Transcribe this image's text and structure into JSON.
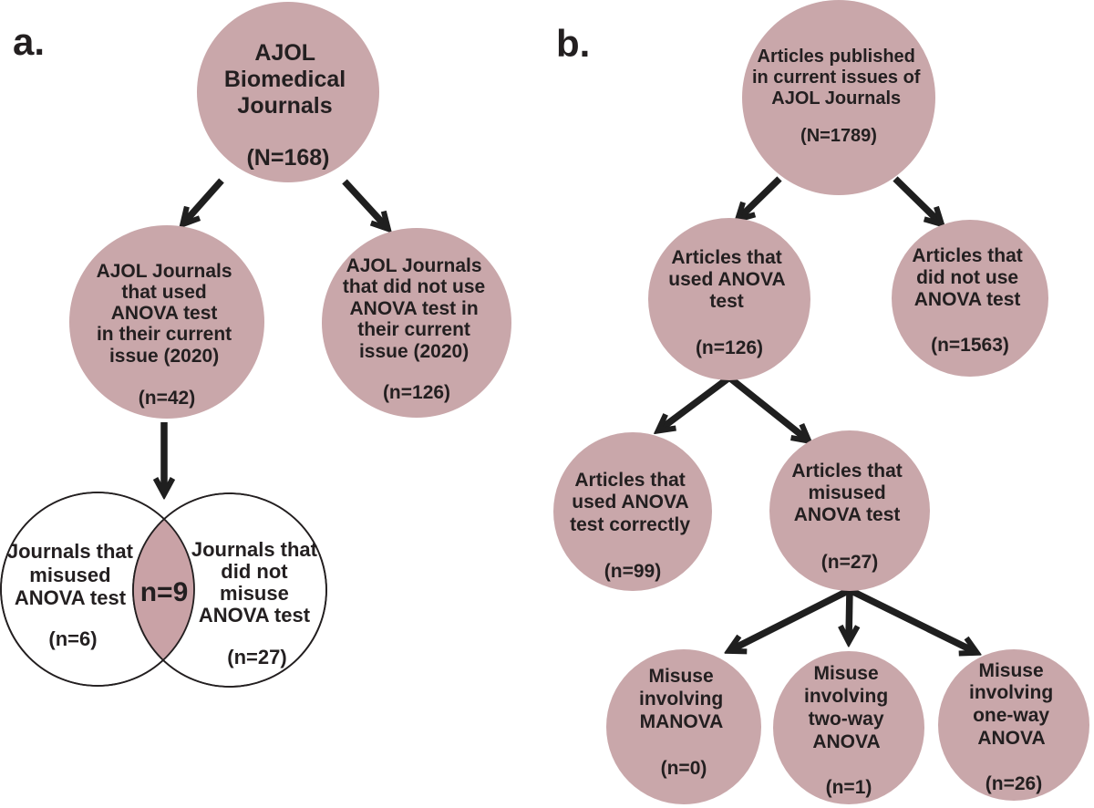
{
  "figure": {
    "panel_a_label": "a.",
    "panel_b_label": "b."
  },
  "colors": {
    "node_fill": "#c9a7aa",
    "venn_overlap_fill": "#c9a2a6",
    "venn_fill": "#ffffff",
    "venn_stroke": "#231f20",
    "text": "#231f20",
    "arrow": "#1f1f1f"
  },
  "panel_a": {
    "root": {
      "lines": [
        "AJOL",
        "Biomedical",
        "Journals"
      ],
      "count": "(N=168)"
    },
    "used": {
      "lines": [
        "AJOL Journals",
        "that used",
        "ANOVA test",
        "in their current",
        "issue (2020)"
      ],
      "count": "(n=42)"
    },
    "not_used": {
      "lines": [
        "AJOL Journals",
        "that did not use",
        "ANOVA test in",
        "their current",
        "issue (2020)"
      ],
      "count": "(n=126)"
    },
    "venn_left": {
      "lines": [
        "Journals that",
        "misused",
        "ANOVA test"
      ],
      "count": "(n=6)"
    },
    "venn_right": {
      "lines": [
        "Journals that",
        "did not",
        "misuse",
        "ANOVA test"
      ],
      "count": "(n=27)"
    },
    "venn_overlap": "n=9"
  },
  "panel_b": {
    "root": {
      "lines": [
        "Articles published",
        "in current issues of",
        "AJOL Journals"
      ],
      "count": "(N=1789)"
    },
    "used": {
      "lines": [
        "Articles that",
        "used ANOVA",
        "test"
      ],
      "count": "(n=126)"
    },
    "not_used": {
      "lines": [
        "Articles that",
        "did not use",
        "ANOVA test"
      ],
      "count": "(n=1563)"
    },
    "correct": {
      "lines": [
        "Articles that",
        "used ANOVA",
        "test correctly"
      ],
      "count": "(n=99)"
    },
    "misused": {
      "lines": [
        "Articles that",
        "misused",
        "ANOVA test"
      ],
      "count": "(n=27)"
    },
    "manova": {
      "lines": [
        "Misuse",
        "involving",
        "MANOVA"
      ],
      "count": "(n=0)"
    },
    "twoway": {
      "lines": [
        "Misuse",
        "involving",
        "two-way",
        "ANOVA"
      ],
      "count": "(n=1)"
    },
    "oneway": {
      "lines": [
        "Misuse",
        "involving",
        "one-way",
        "ANOVA"
      ],
      "count": "(n=26)"
    }
  }
}
